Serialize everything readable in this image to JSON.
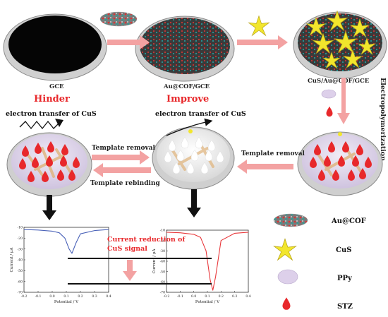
{
  "labels": {
    "gce": "GCE",
    "au_cof_gce": "Au@COF/GCE",
    "cus_au_cof_gce": "CuS/Au@COF/GCE",
    "hinder": "Hinder",
    "improve": "Improve",
    "electropolymerization": "Electropolymerization",
    "electron_transfer_left": "electron transfer of CuS",
    "electron_transfer_mid": "electron transfer of CuS",
    "template_removal_left": "Template removal",
    "template_rebinding": "Template rebinding",
    "template_removal_right": "Template removal",
    "current_reduction_line1": "Current reduction of",
    "current_reduction_line2": "CuS signal"
  },
  "legend": {
    "items": [
      {
        "label": "Au@COF"
      },
      {
        "label": "CuS"
      },
      {
        "label": "PPy"
      },
      {
        "label": "STZ"
      }
    ]
  },
  "colors": {
    "accent_red": "#e8282b",
    "arrow_pink": "#f3a2a2",
    "cus_yellow": "#f2e62c",
    "ppy_lavender": "#ddd0ea",
    "curve_left": "#4a62b8",
    "curve_right": "#e8383b"
  },
  "chart_data": [
    {
      "type": "line",
      "title": "",
      "xlabel": "Potential / V",
      "ylabel": "Current / μA",
      "xlim": [
        -0.2,
        0.4
      ],
      "ylim": [
        -70,
        -10
      ],
      "xticks": [
        "-0.2",
        "-0.1",
        "0.0",
        "0.1",
        "0.2",
        "0.3",
        "0.4"
      ],
      "yticks": [
        "-10",
        "-20",
        "-30",
        "-40",
        "-50",
        "-60",
        "-70"
      ],
      "series": [
        {
          "x": [
            -0.2,
            -0.1,
            0.0,
            0.05,
            0.09,
            0.12,
            0.14,
            0.17,
            0.2,
            0.3,
            0.4
          ],
          "y": [
            -12,
            -12.5,
            -13.5,
            -15,
            -20,
            -30,
            -34,
            -24,
            -16,
            -13,
            -12
          ]
        }
      ]
    },
    {
      "type": "line",
      "title": "",
      "xlabel": "Potential / V",
      "ylabel": "Current / μA",
      "xlim": [
        -0.2,
        0.4
      ],
      "ylim": [
        -70,
        -10
      ],
      "xticks": [
        "-0.2",
        "-0.1",
        "0.0",
        "0.1",
        "0.2",
        "0.3",
        "0.4"
      ],
      "yticks": [
        "-10",
        "-20",
        "-30",
        "-40",
        "-50",
        "-60",
        "-70"
      ],
      "series": [
        {
          "x": [
            -0.2,
            -0.1,
            0.0,
            0.05,
            0.09,
            0.12,
            0.14,
            0.16,
            0.2,
            0.3,
            0.4
          ],
          "y": [
            -12,
            -12.5,
            -14,
            -17,
            -30,
            -58,
            -68,
            -55,
            -20,
            -13,
            -12
          ]
        }
      ]
    }
  ]
}
